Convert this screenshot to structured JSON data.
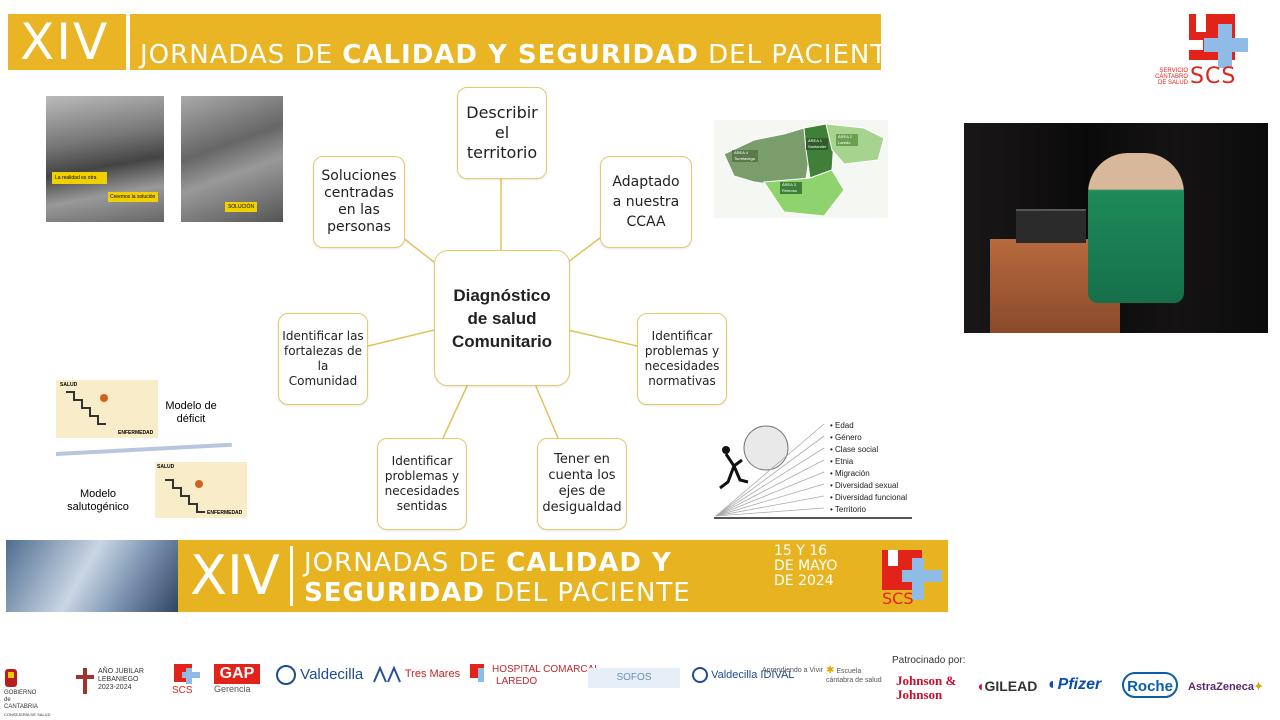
{
  "header": {
    "roman": "XIV",
    "title_pre": "JORNADAS DE ",
    "title_bold": "CALIDAD Y SEGURIDAD",
    "title_post": " DEL PACIENTE"
  },
  "scs_logo": {
    "line1": "SERVICIO",
    "line2": "CÁNTABRO",
    "line3": "DE SALUD",
    "acronym": "SCS",
    "red": "#e2231a",
    "blue": "#8ebce6"
  },
  "photos": {
    "left_tag1": "La realidad es otra",
    "left_tag2": "Creemos la solución",
    "right_tag": "SOLUCIÓN"
  },
  "map": {
    "area1": "ÁREA 1",
    "area1_name": "Santander",
    "area2": "ÁREA 2",
    "area2_name": "Laredo",
    "area3": "ÁREA 3",
    "area3_name": "Reinosa",
    "area4": "ÁREA 4",
    "area4_name": "Torrelavega"
  },
  "mindmap": {
    "center": [
      "Diagnóstico",
      "de salud",
      "Comunitario"
    ],
    "describir": [
      "Describir",
      "el",
      "territorio"
    ],
    "soluciones": [
      "Soluciones",
      "centradas",
      "en las",
      "personas"
    ],
    "adaptado": [
      "Adaptado",
      "a nuestra",
      "CCAA"
    ],
    "fortalezas": [
      "Identificar las",
      "fortalezas de",
      "la",
      "Comunidad"
    ],
    "normativas": [
      "Identificar",
      "problemas y",
      "necesidades",
      "normativas"
    ],
    "sentidas": [
      "Identificar",
      "problemas y",
      "necesidades",
      "sentidas"
    ],
    "ejes": [
      "Tener en",
      "cuenta los",
      "ejes de",
      "desigualdad"
    ]
  },
  "models": {
    "deficit_label_1": "Modelo de",
    "deficit_label_2": "déficit",
    "saluto_label_1": "Modelo",
    "saluto_label_2": "salutogénico",
    "salud": "SALUD",
    "enfermedad": "ENFERMEDAD"
  },
  "inequality_axes": [
    "Edad",
    "Género",
    "Clase social",
    "Etnia",
    "Migración",
    "Diversidad sexual",
    "Diversidad funcional",
    "Territorio"
  ],
  "banner": {
    "roman": "XIV",
    "line1_pre": "JORNADAS DE ",
    "line1_bold": "CALIDAD Y",
    "line2_bold": "SEGURIDAD",
    "line2_post": " DEL PACIENTE",
    "date1": "15 Y 16",
    "date2": "DE MAYO",
    "date3": "DE 2024"
  },
  "footer": {
    "gobierno": "GOBIERNO de CANTABRIA",
    "consejeria": "CONSEJERÍA DE SALUD",
    "jubilar1": "AÑO JUBILAR",
    "jubilar2": "LEBANIEGO",
    "jubilar3": "2023-2024",
    "scs": "SCS",
    "gerencia": "Gerencia",
    "valdecilla": "Valdecilla",
    "tres_mares": "Tres Mares",
    "hospital1": "HOSPITAL COMARCAL",
    "hospital2": "LAREDO",
    "sofos": "SOFOS",
    "idival": "Valdecilla IDIVAL",
    "aprender": "Aprendiendo a Vivir",
    "escuela": "Escuela cántabra de salud",
    "patrocinado": "Patrocinado por:",
    "jj": "Johnson & Johnson",
    "gilead": "GILEAD",
    "pfizer": "Pfizer",
    "roche": "Roche",
    "astra": "AstraZeneca"
  }
}
